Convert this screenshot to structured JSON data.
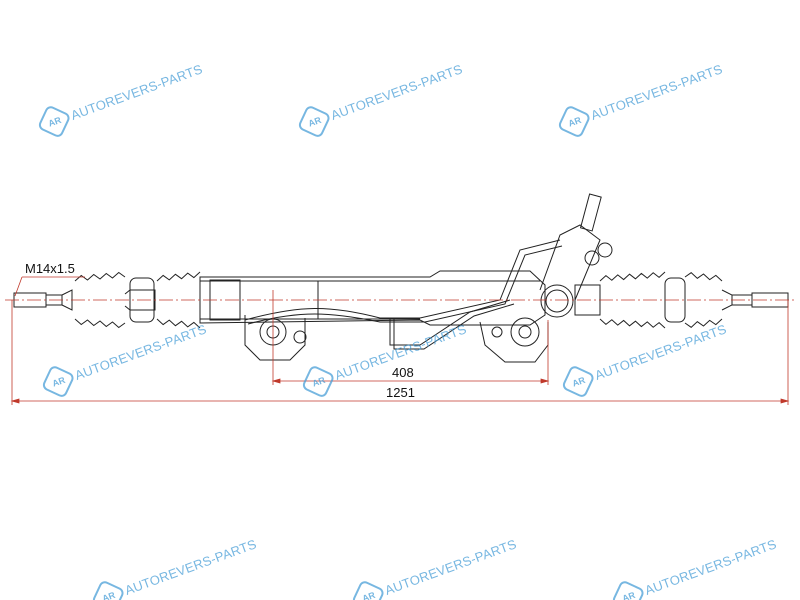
{
  "drawing": {
    "title": "Steering rack drawing",
    "thread_label": "M14x1.5",
    "dimensions": {
      "mount_spacing": "408",
      "overall_length": "1251"
    }
  },
  "watermark": {
    "logo": "AR",
    "text": "AUTOREVERS-PARTS"
  },
  "colors": {
    "line": "#222222",
    "dimension": "#c0392b",
    "watermark": "#4a9fd8"
  }
}
